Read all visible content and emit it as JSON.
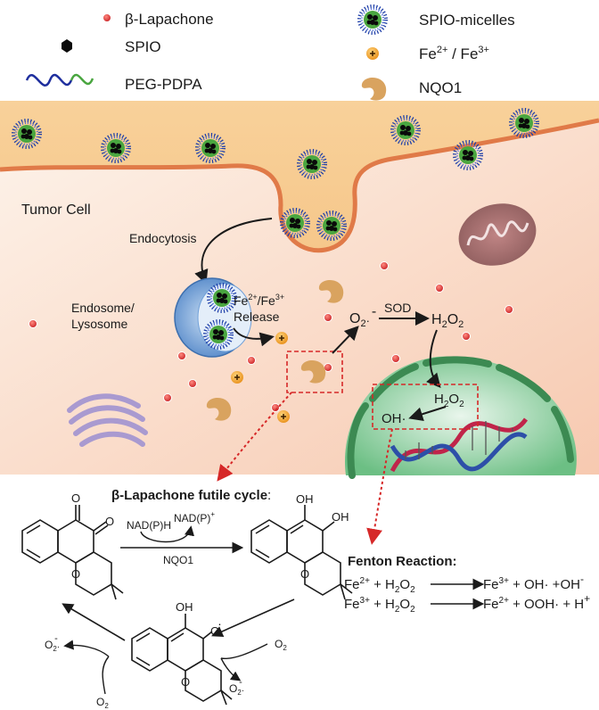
{
  "legend": {
    "lapachone": "β-Lapachone",
    "spio": "SPIO",
    "peg": "PEG-PDPA",
    "micelles": "SPIO-micelles",
    "fe_a": "Fe",
    "fe_a_sup": "2+",
    "fe_sep": " / Fe",
    "fe_b_sup": "3+",
    "nqo1": "NQO1"
  },
  "cell": {
    "label": "Tumor Cell",
    "endocytosis": "Endocytosis",
    "endosome_1": "Endosome/",
    "endosome_2": "Lysosome",
    "release_fe1": "Fe",
    "release_fe1_sup": "2+",
    "release_slash": "/Fe",
    "release_fe2_sup": "3+",
    "release_word": "Release",
    "o2": "O",
    "o2_sub": "2",
    "o2_sup": "-",
    "o2_dot": "·",
    "sod": "SOD",
    "h2o2_a": "H",
    "h2o2_sub1": "2",
    "h2o2_b": "O",
    "h2o2_sub2": "2",
    "oh": "OH·"
  },
  "futile": {
    "title": "β-Lapachone futile cycle",
    "title_colon": ":",
    "nadph": "NAD(P)H",
    "nadp": "NAD(P)",
    "nadp_sup": "+",
    "nqo1": "NQO1",
    "o2": "O",
    "o2_sub": "2",
    "o2m_sup": "-",
    "o2m_dot": "·",
    "oh": "OH",
    "o_label": "O"
  },
  "fenton": {
    "title": "Fenton Reaction:",
    "r1_fe": "Fe",
    "r1_fe_sup": "2+",
    "r1_plus": " + H",
    "r1_h2": "2",
    "r1_o": "O",
    "r1_o2": "2",
    "r1_prod_fe": "Fe",
    "r1_prod_sup": "3+",
    "r1_prod_rest": " + OH· +OH",
    "r1_prod_minus": "-",
    "r2_fe": "Fe",
    "r2_fe_sup": "3+",
    "r2_plus": " + H",
    "r2_h2": "2",
    "r2_o": "O",
    "r2_o2": "2",
    "r2_prod_fe": "Fe",
    "r2_prod_sup": "2+",
    "r2_prod_rest": " + OOH· + H",
    "r2_prod_plus": "+"
  },
  "colors": {
    "extracellular": "#f6c27a",
    "cytoplasm": "#fbe3cf",
    "membrane": "#e07a48",
    "endosome": "#6f9fd8",
    "nucleus": "#a8d9b4",
    "lapachone_dot": "#d9262a",
    "fe_ion": "#f0a020",
    "nqo1": "#d9a35f",
    "dashed_box": "#d62828",
    "micelle_core": "#0a0a0a",
    "micelle_spikes": "#1c3da8",
    "peg_blue": "#1f2f9e",
    "peg_green": "#4aa640",
    "dna_red": "#c0244a",
    "dna_blue": "#2d4fa8"
  }
}
